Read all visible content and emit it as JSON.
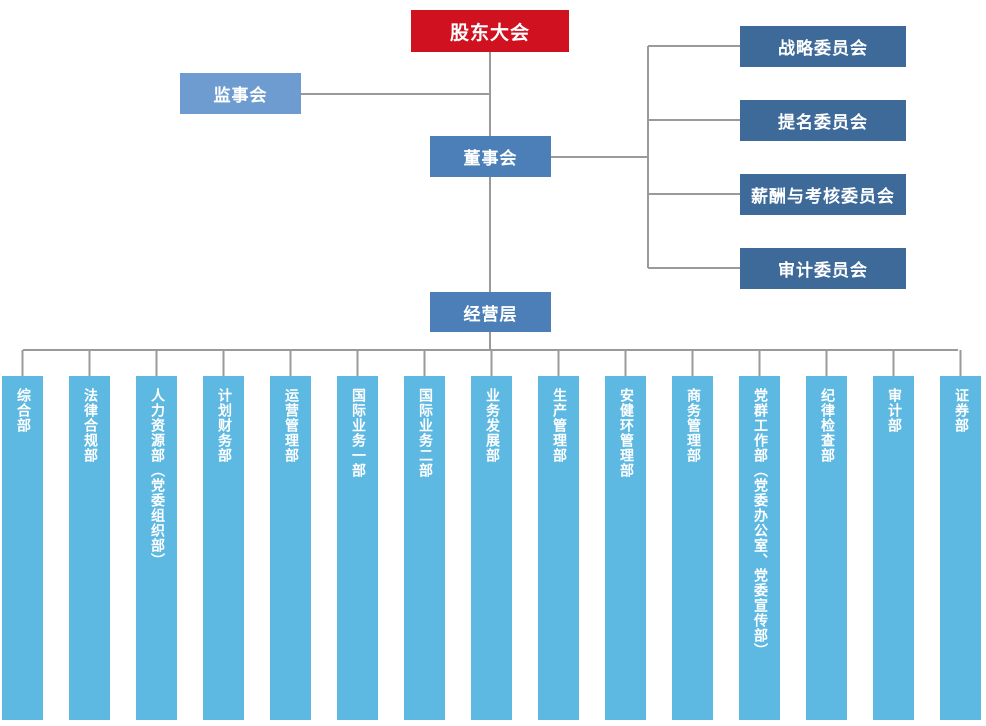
{
  "colors": {
    "shareholders": "#d0111f",
    "board": "#4c7fb8",
    "committee": "#3e6a9a",
    "supervisory": "#6f9cd0",
    "department": "#5db8e2",
    "connector": "#9a9a9a"
  },
  "top": {
    "shareholders_meeting": "股东大会",
    "supervisory_board": "监事会",
    "board_of_directors": "董事会",
    "management": "经营层"
  },
  "committees": [
    "战略委员会",
    "提名委员会",
    "薪酬与考核委员会",
    "审计委员会"
  ],
  "departments": [
    "综合部",
    "法律合规部",
    "人力资源部（党委组织部）",
    "计划财务部",
    "运营管理部",
    "国际业务一部",
    "国际业务二部",
    "业务发展部",
    "生产管理部",
    "安健环管理部",
    "商务管理部",
    "党群工作部（党委办公室、党委宣传部）",
    "纪律检查部",
    "审计部",
    "证券部"
  ]
}
